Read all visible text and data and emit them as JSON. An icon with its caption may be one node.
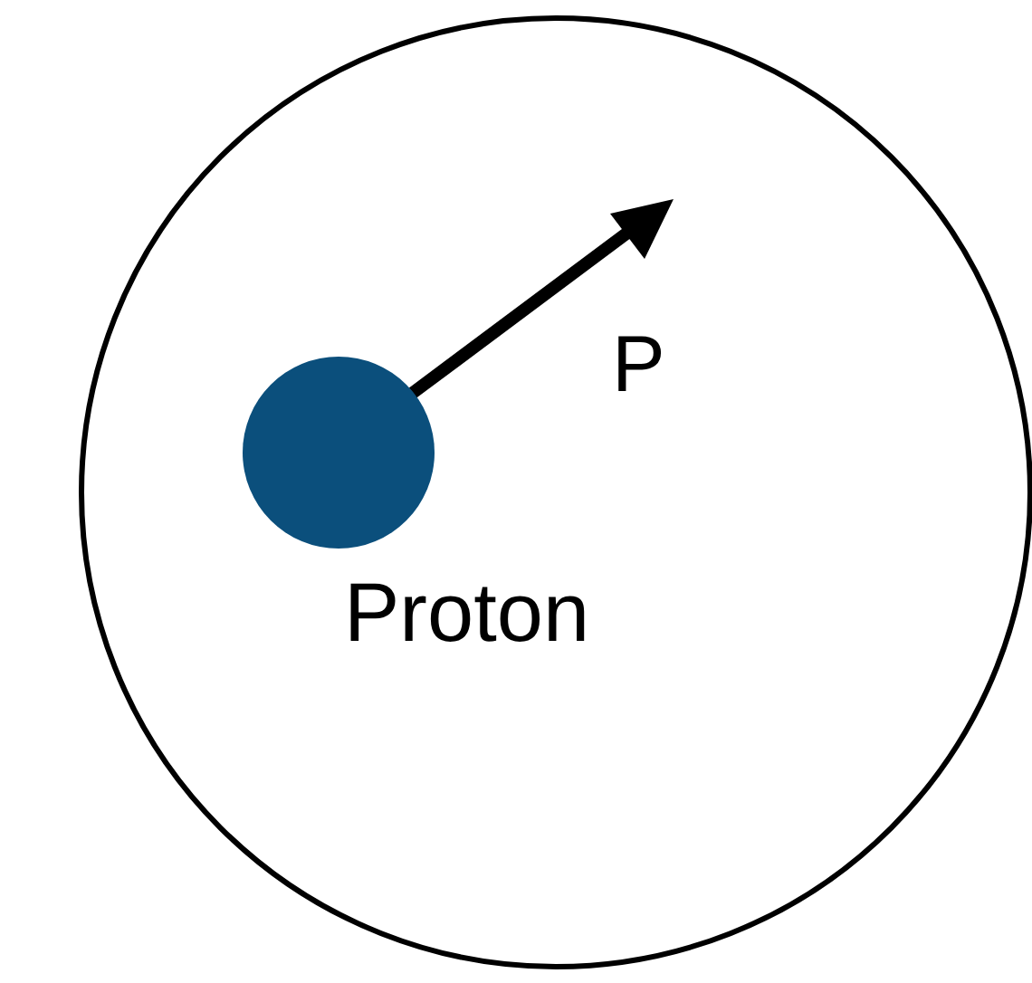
{
  "diagram": {
    "nodes": [
      {
        "text": [],
        "shape": "circle",
        "beside": [
          "Proton"
        ]
      }
    ],
    "labels": [
      "P"
    ]
  }
}
